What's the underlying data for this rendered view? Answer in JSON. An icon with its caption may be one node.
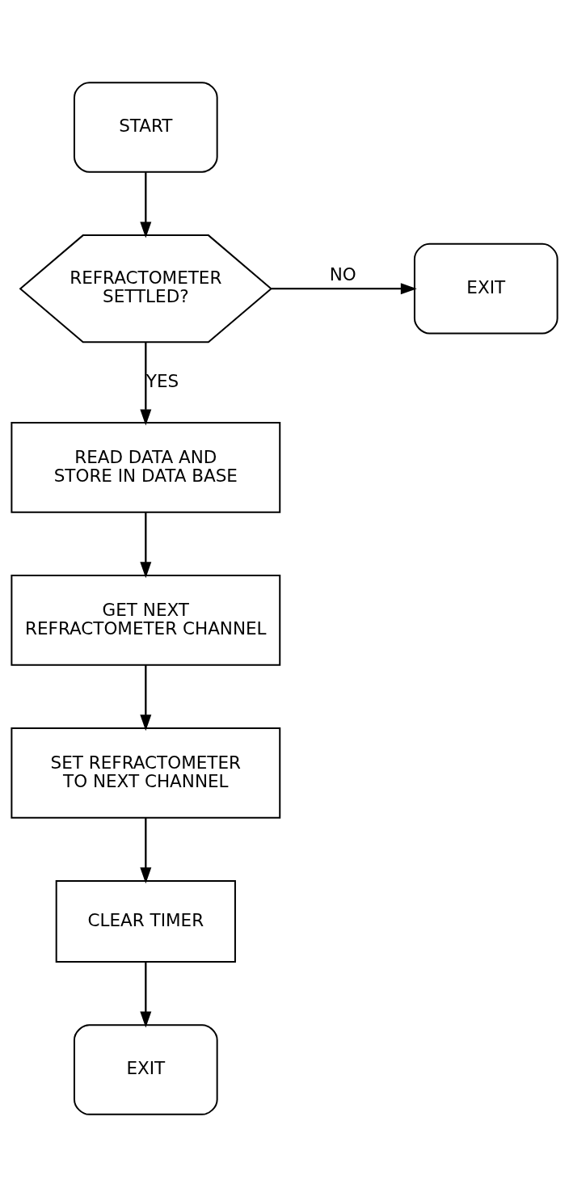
{
  "diagram": {
    "nodes": [
      {
        "text": [
          "START"
        ]
      },
      {
        "text": [
          "REFRACTOMETER SETTLED?"
        ]
      },
      {
        "text": [
          "EXIT"
        ]
      },
      {
        "text": [
          "READ DATA AND STORE IN DATA BASE"
        ]
      },
      {
        "text": [
          "GET NEXT REFRACTOMETER CHANNEL"
        ]
      },
      {
        "text": [
          "SET REFRACTOMETER TO NEXT CHANNEL"
        ]
      },
      {
        "text": [
          "CLEAR TIMER"
        ]
      },
      {
        "text": [
          "EXIT"
        ]
      }
    ],
    "edges": [
      {
        "from": 0,
        "to": 1,
        "arrow": "to"
      },
      {
        "from": 1,
        "to": 2,
        "label": "NO",
        "arrow": "to"
      },
      {
        "from": 1,
        "to": 3,
        "label": "YES",
        "arrow": "to"
      },
      {
        "from": 3,
        "to": 4,
        "arrow": "to"
      },
      {
        "from": 4,
        "to": 5,
        "arrow": "to"
      },
      {
        "from": 5,
        "to": 6,
        "arrow": "to"
      },
      {
        "from": 6,
        "to": 7,
        "arrow": "to"
      }
    ]
  }
}
